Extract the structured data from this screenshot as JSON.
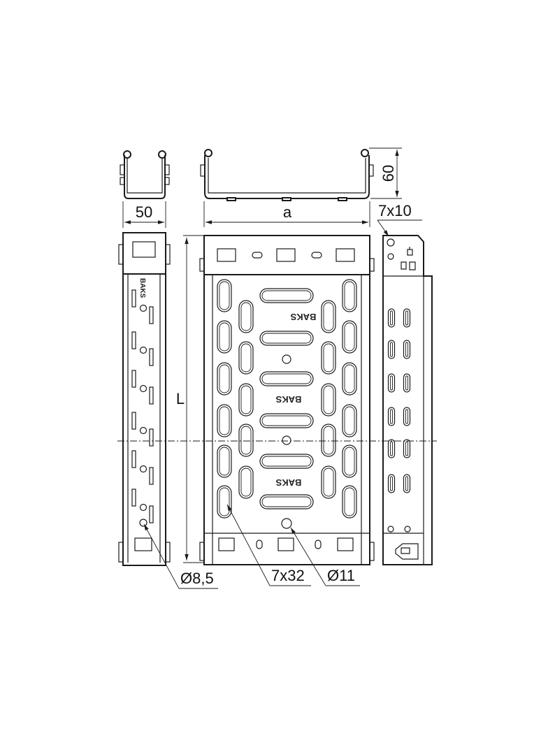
{
  "dimensions": {
    "width": "50",
    "height": "60",
    "trayWidth": "a",
    "length": "L",
    "slot": "7x10",
    "holeSide": "Ø8,5",
    "slotBottom": "7x32",
    "holeBottom": "Ø11"
  },
  "marking": {
    "bottom": "BAKS",
    "side": "BAKS"
  }
}
